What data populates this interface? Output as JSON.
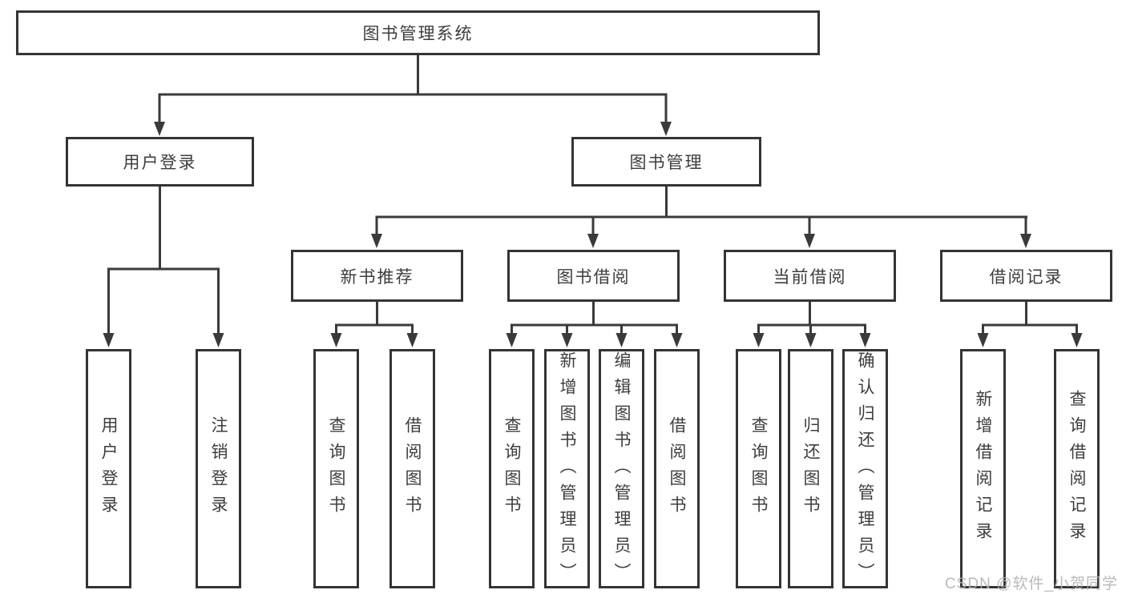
{
  "colors": {
    "bg": "#ffffff",
    "line": "#3a3a3a",
    "border": "#343434",
    "text": "#3d3d3d",
    "watermark": "#b2b2b2"
  },
  "root": {
    "label": "图书管理系统"
  },
  "level1": {
    "user_login": {
      "label": "用户登录"
    },
    "book_management": {
      "label": "图书管理"
    }
  },
  "level2": {
    "new_book_recommend": {
      "label": "新书推荐"
    },
    "book_borrowing": {
      "label": "图书借阅"
    },
    "current_borrowing": {
      "label": "当前借阅"
    },
    "borrowing_records": {
      "label": "借阅记录"
    }
  },
  "leaves": {
    "user_login": [
      "用户登录",
      "注销登录"
    ],
    "new_book_recommend": [
      "查询图书",
      "借阅图书"
    ],
    "book_borrowing": [
      "查询图书",
      "新增图书（管理员）",
      "编辑图书（管理员）",
      "借阅图书"
    ],
    "current_borrowing": [
      "查询图书",
      "归还图书",
      "确认归还（管理员）"
    ],
    "borrowing_records": [
      "新增借阅记录",
      "查询借阅记录"
    ]
  },
  "watermark": "CSDN @软件_小贺同学"
}
